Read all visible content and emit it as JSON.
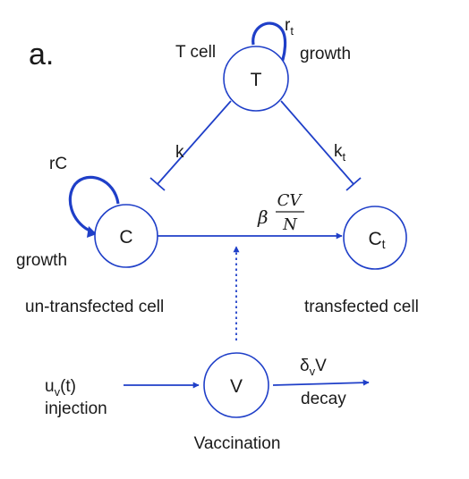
{
  "panel_label": "a.",
  "colors": {
    "accent": "#1f3fc8",
    "text": "#1a1a1a",
    "background": "#ffffff"
  },
  "nodes": {
    "t": {
      "label": "T"
    },
    "c": {
      "label": "C"
    },
    "ct": {
      "label": "C",
      "label_sub": "t"
    },
    "v": {
      "label": "V"
    }
  },
  "labels": {
    "t_cell": "T cell",
    "r_t": "r",
    "r_t_sub": "t",
    "t_growth": "growth",
    "k": "k",
    "k_t": "k",
    "k_t_sub": "t",
    "r_c": "rC",
    "c_growth": "growth",
    "beta": "β",
    "cv": "CV",
    "n": "N",
    "untransfected": "un-transfected cell",
    "transfected": "transfected cell",
    "u_v": "u",
    "u_v_sub": "v",
    "u_v_arg": "(t)",
    "injection": "injection",
    "delta": "δ",
    "delta_sub": "v",
    "delta_v": "V",
    "decay": "decay",
    "vaccination": "Vaccination"
  }
}
